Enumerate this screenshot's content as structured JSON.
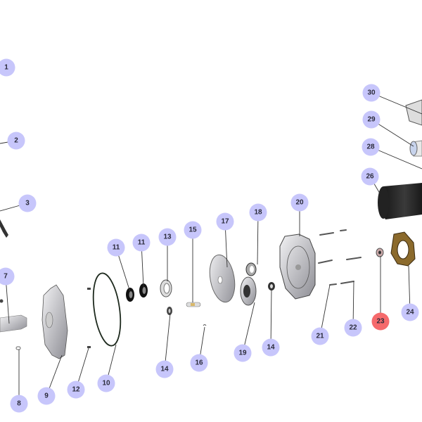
{
  "diagram": {
    "type": "exploded-parts-view",
    "highlight_color": "#f56a6c",
    "callout_color": "#c7c6fb",
    "callouts": [
      {
        "label": "1"
      },
      {
        "label": "2"
      },
      {
        "label": "3"
      },
      {
        "label": "7"
      },
      {
        "label": "8"
      },
      {
        "label": "9"
      },
      {
        "label": "10"
      },
      {
        "label": "11"
      },
      {
        "label": "11"
      },
      {
        "label": "12"
      },
      {
        "label": "13"
      },
      {
        "label": "14"
      },
      {
        "label": "15"
      },
      {
        "label": "16"
      },
      {
        "label": "17"
      },
      {
        "label": "18"
      },
      {
        "label": "19"
      },
      {
        "label": "14"
      },
      {
        "label": "20"
      },
      {
        "label": "21"
      },
      {
        "label": "22"
      },
      {
        "label": "23",
        "highlighted": true
      },
      {
        "label": "24"
      },
      {
        "label": "26"
      },
      {
        "label": "28"
      },
      {
        "label": "29"
      },
      {
        "label": "30"
      }
    ]
  }
}
